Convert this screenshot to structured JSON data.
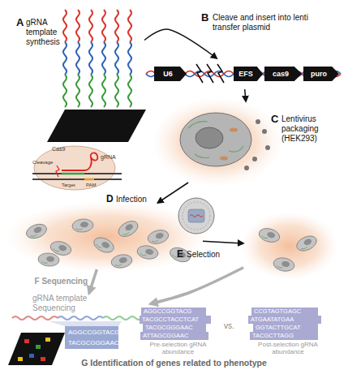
{
  "diagram": {
    "caption": "G Identification of genes related to phenotype",
    "nodes": [
      {
        "text": [
          "A",
          "gRNA template synthesis"
        ]
      },
      {
        "text": [
          "B",
          "Cleave and insert into lenti transfer plasmid"
        ]
      },
      {
        "text": [
          "U6"
        ],
        "in": 1
      },
      {
        "text": [
          "EFS"
        ],
        "in": 1
      },
      {
        "text": [
          "cas9"
        ],
        "in": 1
      },
      {
        "text": [
          "puro"
        ],
        "in": 1
      },
      {
        "text": [
          "C",
          "Lentivirus packaging (HEK293)"
        ]
      },
      {
        "text": [
          "D",
          "Infection"
        ]
      },
      {
        "text": [
          "E",
          "Selection"
        ]
      },
      {
        "text": [
          "gRNA template Sequencing"
        ]
      },
      {
        "text": [
          "Pre-selection gRNA abundance"
        ]
      },
      {
        "text": [
          "Post-selection gRNA abundance"
        ]
      }
    ],
    "edges": [
      {
        "from": 0,
        "to": 1,
        "arrow": "to"
      },
      {
        "from": 1,
        "to": 6,
        "arrow": "to"
      },
      {
        "from": 6,
        "to": 7,
        "arrow": "to"
      },
      {
        "from": 7,
        "to": 8,
        "arrow": "to"
      },
      {
        "from": 7,
        "to": 9,
        "arrow": "to",
        "label": "F Sequencing"
      },
      {
        "from": 8,
        "to": 9,
        "arrow": "to"
      }
    ],
    "labels": [
      "Cas9",
      "gRNA",
      "Cleavage",
      "Target",
      "PAM",
      "AGGCCGGTACG",
      "TACGCGGGAAC",
      "AGGCCGGTACG",
      "TACGCCTACCTCAT",
      "TACGCGGGAAC",
      "ATTAGCGGAAC",
      "vs.",
      "CCGTAGTGAGC",
      "ATGAATATGAA",
      "GGTACTTGCAT",
      "TACGCTTAGG"
    ]
  }
}
